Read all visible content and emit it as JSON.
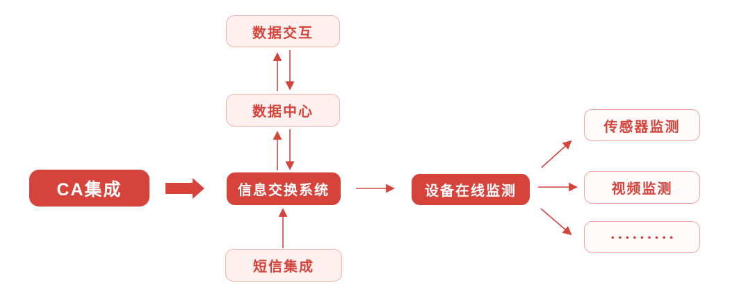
{
  "colors": {
    "primary_red": "#d5433b",
    "tint_fill": "#fdf0ee",
    "tint_border": "#f5b2ab",
    "plain_fill": "#fffbfb",
    "plain_border": "#efa49d",
    "white": "#ffffff"
  },
  "diagram": {
    "nodes": {
      "ca_integration": {
        "label": "CA集成",
        "style": "solid"
      },
      "data_interaction": {
        "label": "数据交互",
        "style": "tint"
      },
      "data_center": {
        "label": "数据中心",
        "style": "tint"
      },
      "info_exchange_system": {
        "label": "信息交换系统",
        "style": "solid"
      },
      "sms_integration": {
        "label": "短信集成",
        "style": "tint"
      },
      "device_online_monitoring": {
        "label": "设备在线监测",
        "style": "solid"
      },
      "sensor_monitoring": {
        "label": "传感器监测",
        "style": "plain"
      },
      "video_monitoring": {
        "label": "视频监测",
        "style": "plain"
      },
      "more": {
        "label": "•••••••••",
        "style": "plain"
      }
    },
    "edges": [
      {
        "from": "ca_integration",
        "to": "info_exchange_system",
        "type": "block-arrow",
        "direction": "right"
      },
      {
        "from": "data_interaction",
        "to": "data_center",
        "type": "double-arrow",
        "direction": "bidirectional"
      },
      {
        "from": "data_center",
        "to": "info_exchange_system",
        "type": "double-arrow",
        "direction": "bidirectional"
      },
      {
        "from": "sms_integration",
        "to": "info_exchange_system",
        "type": "arrow",
        "direction": "up"
      },
      {
        "from": "info_exchange_system",
        "to": "device_online_monitoring",
        "type": "arrow",
        "direction": "right"
      },
      {
        "from": "device_online_monitoring",
        "to": "sensor_monitoring",
        "type": "arrow",
        "direction": "up-right"
      },
      {
        "from": "device_online_monitoring",
        "to": "video_monitoring",
        "type": "arrow",
        "direction": "right"
      },
      {
        "from": "device_online_monitoring",
        "to": "more",
        "type": "arrow",
        "direction": "down-right"
      }
    ]
  }
}
